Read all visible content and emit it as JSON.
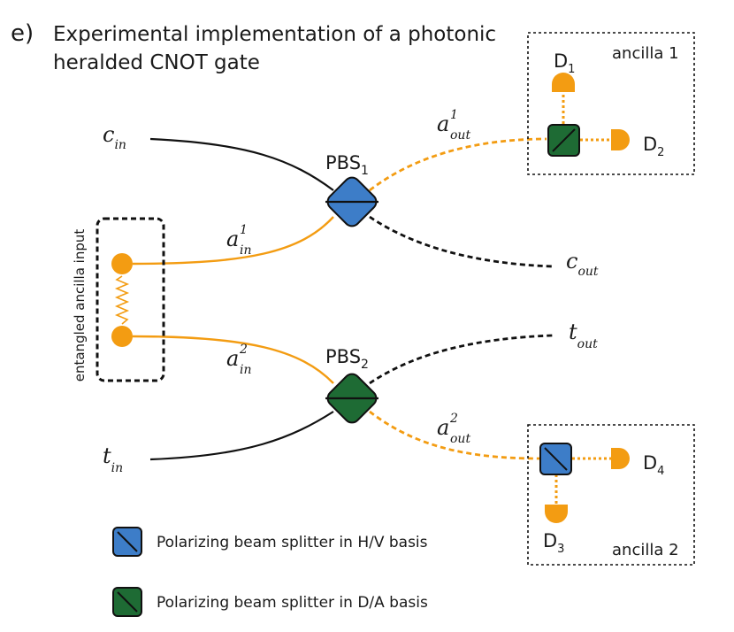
{
  "panel_label": "e)",
  "title_line1": "Experimental implementation of a photonic",
  "title_line2": "heralded CNOT gate",
  "colors": {
    "orange": "#F39C12",
    "blue": "#3D7DC8",
    "green": "#1E6B34",
    "black": "#111111"
  },
  "ancilla_input_label": "entangled ancilla input",
  "pbs1": {
    "base": "PBS",
    "sub": "1"
  },
  "pbs2": {
    "base": "PBS",
    "sub": "2"
  },
  "modes": {
    "c_in": {
      "base": "c",
      "sub": "in"
    },
    "t_in": {
      "base": "t",
      "sub": "in"
    },
    "c_out": {
      "base": "c",
      "sub": "out"
    },
    "t_out": {
      "base": "t",
      "sub": "out"
    },
    "a1_in": {
      "base": "a",
      "sup": "1",
      "sub": "in"
    },
    "a2_in": {
      "base": "a",
      "sup": "2",
      "sub": "in"
    },
    "a1_out": {
      "base": "a",
      "sup": "1",
      "sub": "out"
    },
    "a2_out": {
      "base": "a",
      "sup": "2",
      "sub": "out"
    }
  },
  "ancilla1": {
    "label": "ancilla 1",
    "det_top": {
      "base": "D",
      "sub": "1"
    },
    "det_right": {
      "base": "D",
      "sub": "2"
    }
  },
  "ancilla2": {
    "label": "ancilla 2",
    "det_right": {
      "base": "D",
      "sub": "4"
    },
    "det_bottom": {
      "base": "D",
      "sub": "3"
    }
  },
  "legend": {
    "hv": "Polarizing beam splitter in H/V basis",
    "da": "Polarizing beam splitter in D/A basis"
  }
}
